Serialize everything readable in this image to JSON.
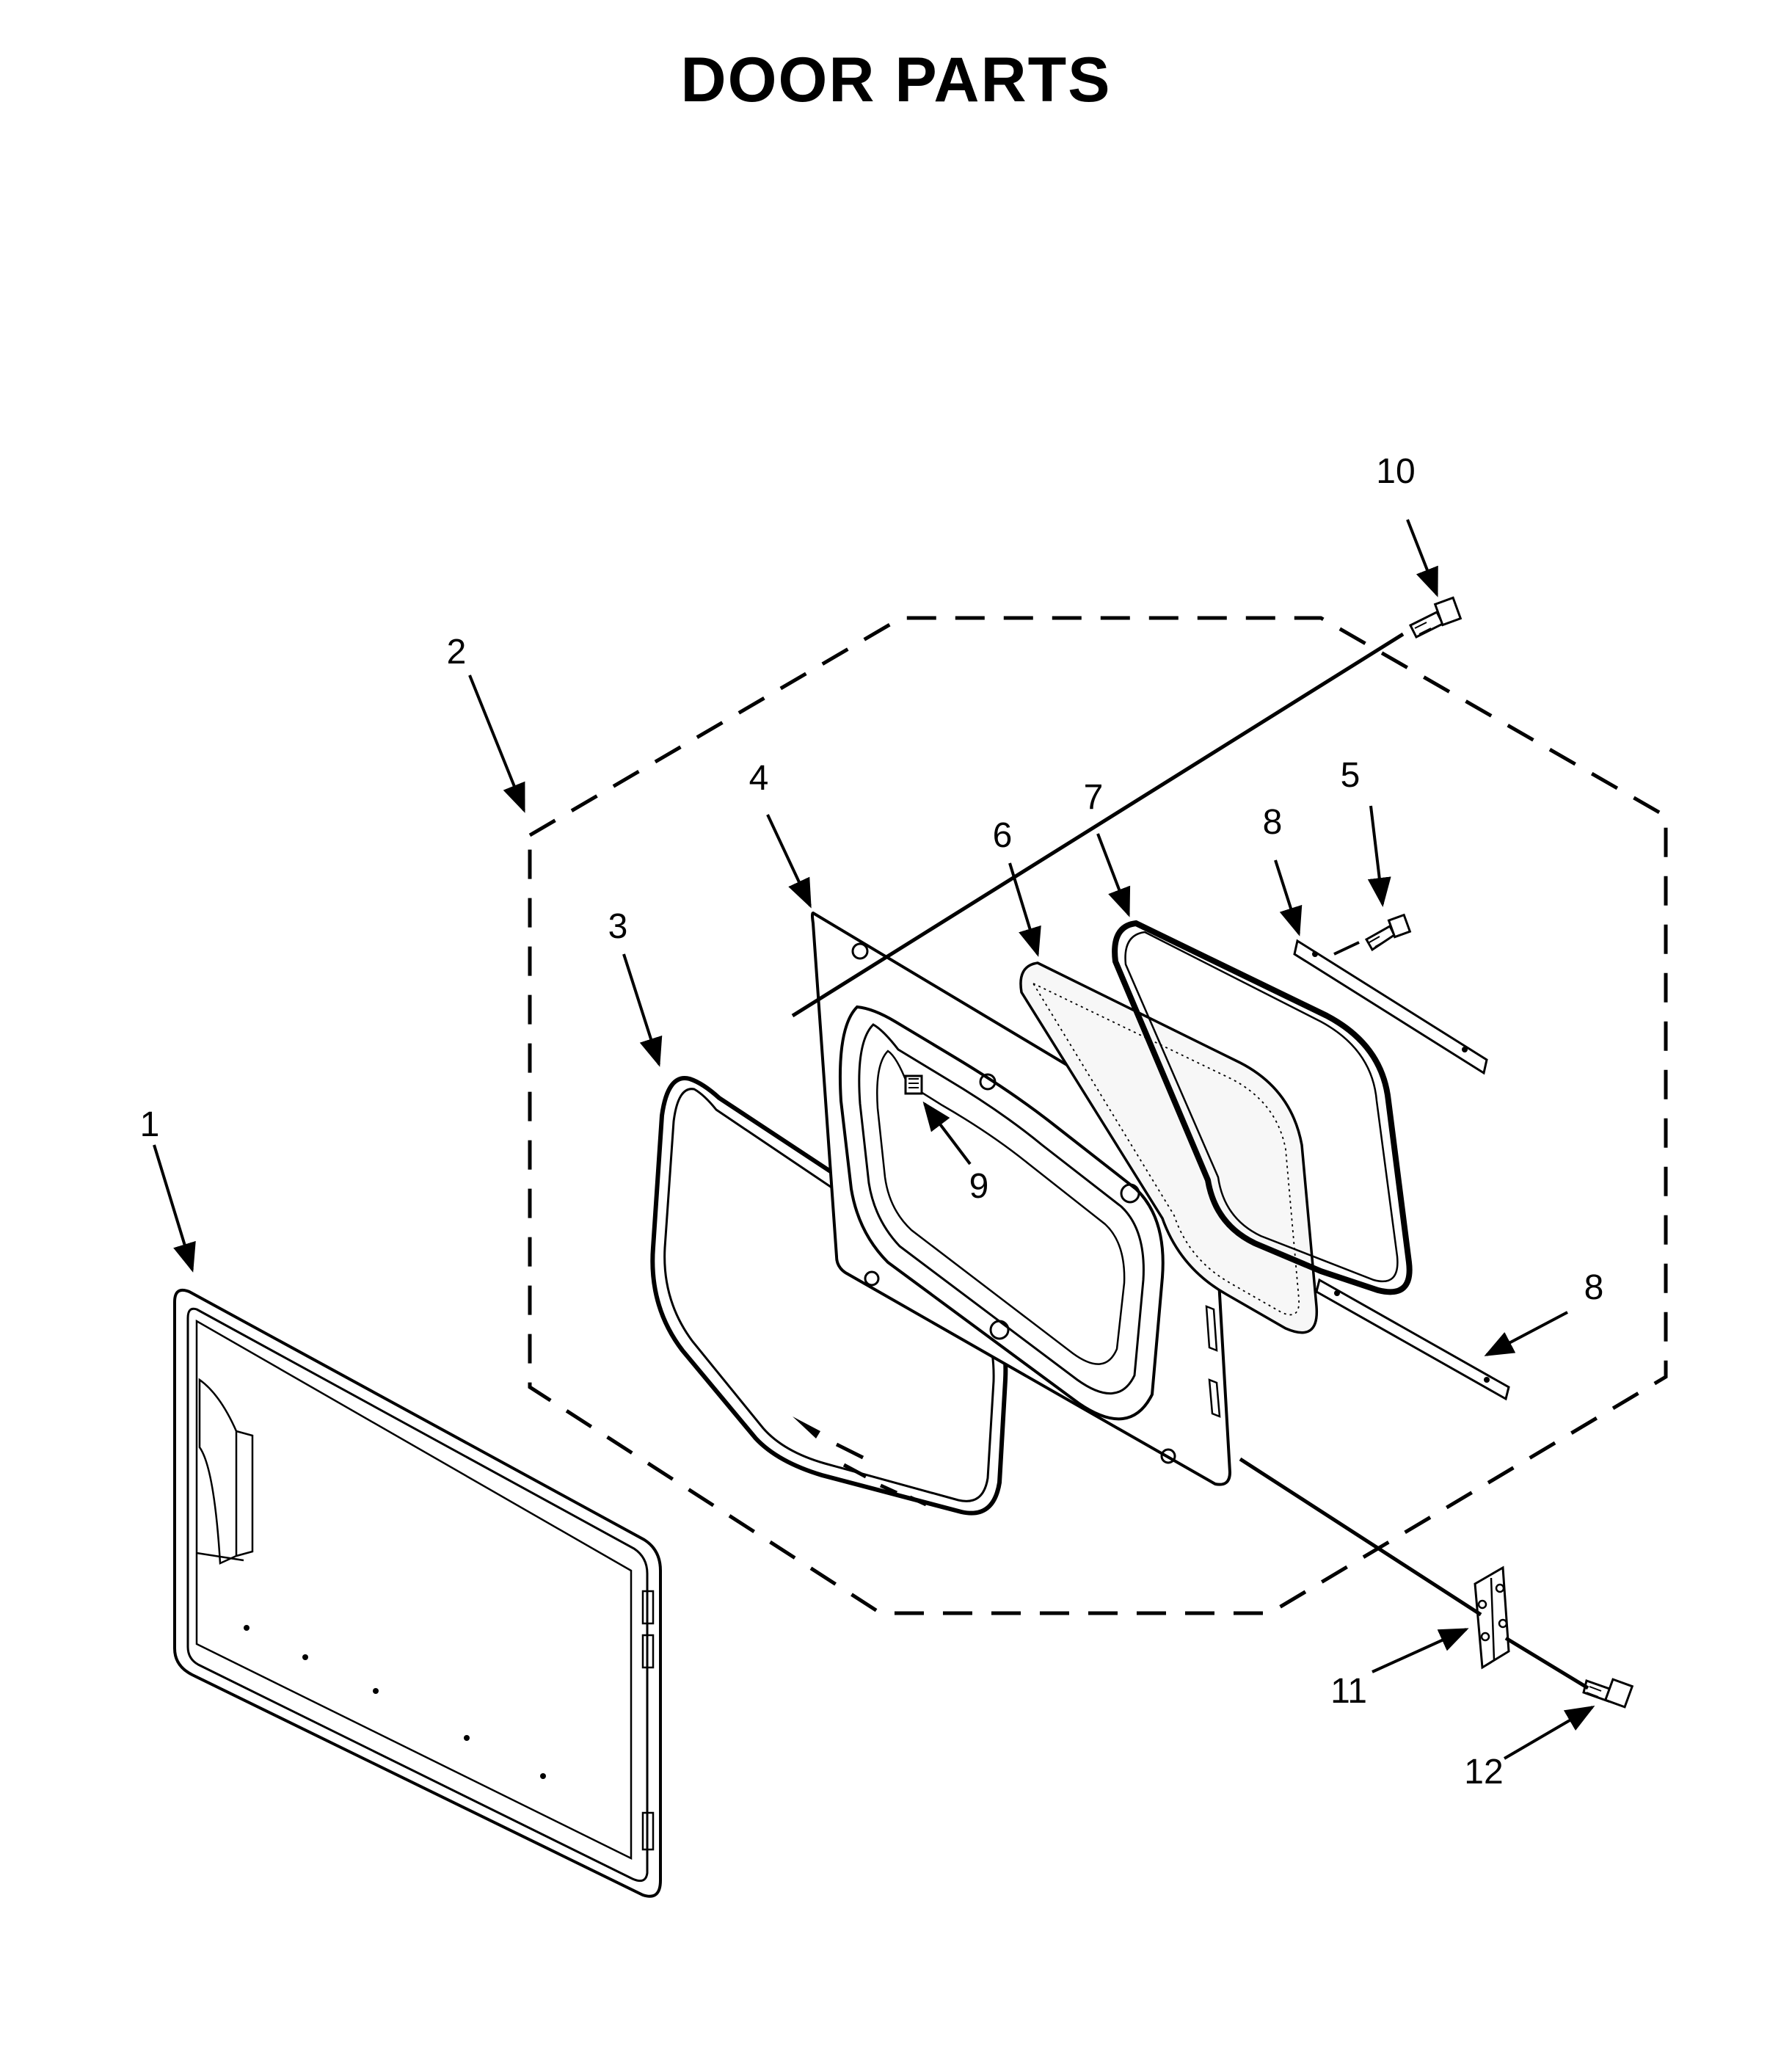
{
  "title": "DOOR PARTS",
  "colors": {
    "ink": "#000000",
    "paper": "#ffffff",
    "part_fill": "#ffffff",
    "glass_fill": "#f7f7f7"
  },
  "callouts": {
    "part_1": "1",
    "part_2": "2",
    "part_3": "3",
    "part_4": "4",
    "part_5": "5",
    "part_6": "6",
    "part_7": "7",
    "part_8_upper": "8",
    "part_8_lower": "8",
    "part_9": "9",
    "part_10": "10",
    "part_11": "11",
    "part_12": "12"
  }
}
